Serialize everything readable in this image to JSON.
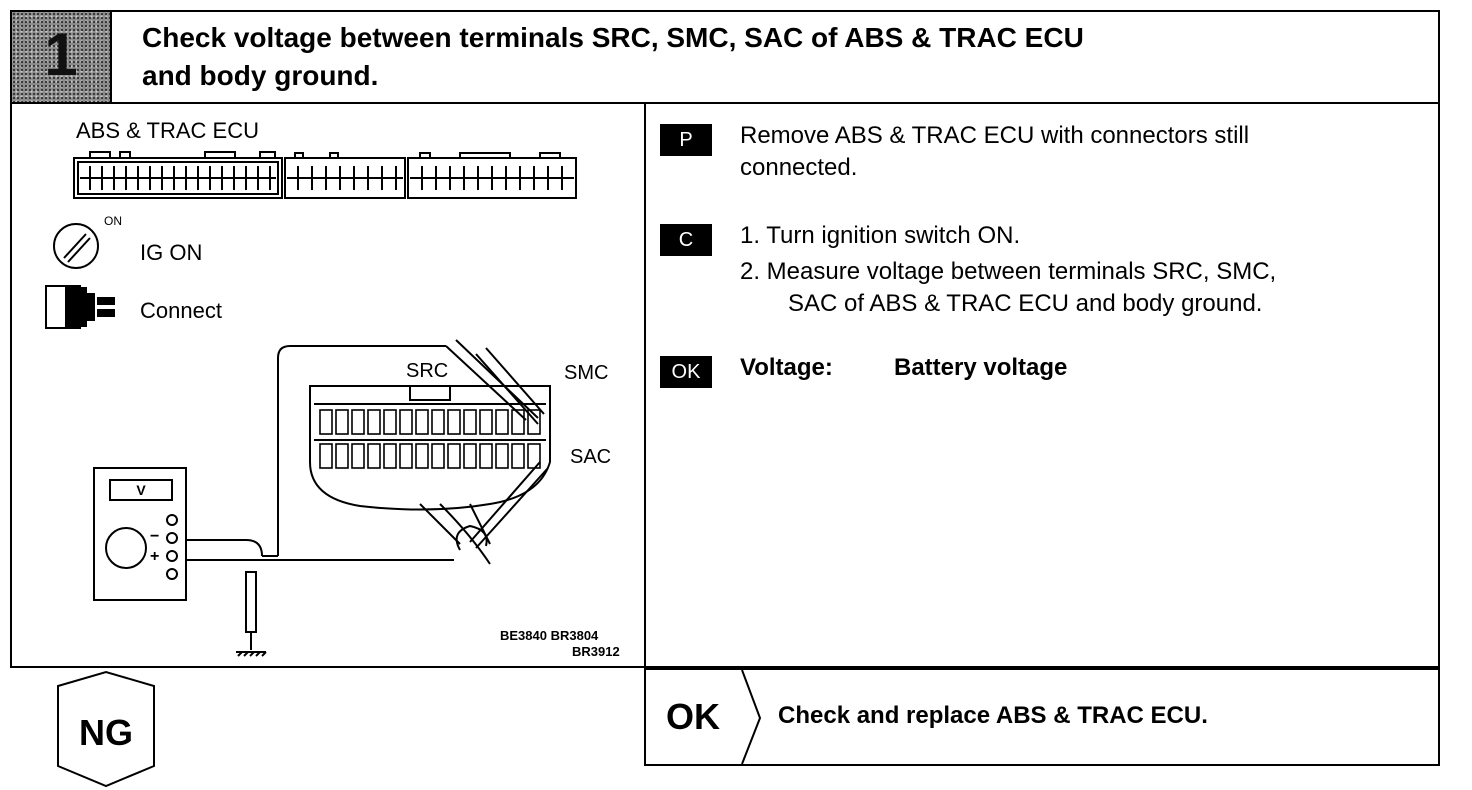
{
  "header": {
    "step_number": "1",
    "title_line1": "Check voltage between terminals SRC, SMC, SAC of ABS & TRAC ECU",
    "title_line2": "and body ground."
  },
  "figure": {
    "ecu_label": "ABS & TRAC ECU",
    "switch_on_label": "ON",
    "ig_on_label": "IG ON",
    "connect_label": "Connect",
    "terminal_src": "SRC",
    "terminal_smc": "SMC",
    "terminal_sac": "SAC",
    "meter_display": "V",
    "meter_minus": "−",
    "meter_plus": "+",
    "ref_codes_line1": "BE3840  BR3804",
    "ref_codes_line2": "BR3912"
  },
  "instructions": {
    "prep_tag": "P",
    "prep_text_line1": "Remove ABS & TRAC ECU with connectors still",
    "prep_text_line2": "connected.",
    "check_tag": "C",
    "check_step1": "1.  Turn ignition switch ON.",
    "check_step2_line1": "2.  Measure voltage between terminals SRC, SMC,",
    "check_step2_line2": "SAC of ABS & TRAC ECU and body ground.",
    "ok_tag": "OK",
    "ok_spec_label": "Voltage:",
    "ok_spec_value": "Battery voltage"
  },
  "result": {
    "ok_label": "OK",
    "ok_action": "Check and replace ABS & TRAC ECU.",
    "ng_label": "NG"
  }
}
